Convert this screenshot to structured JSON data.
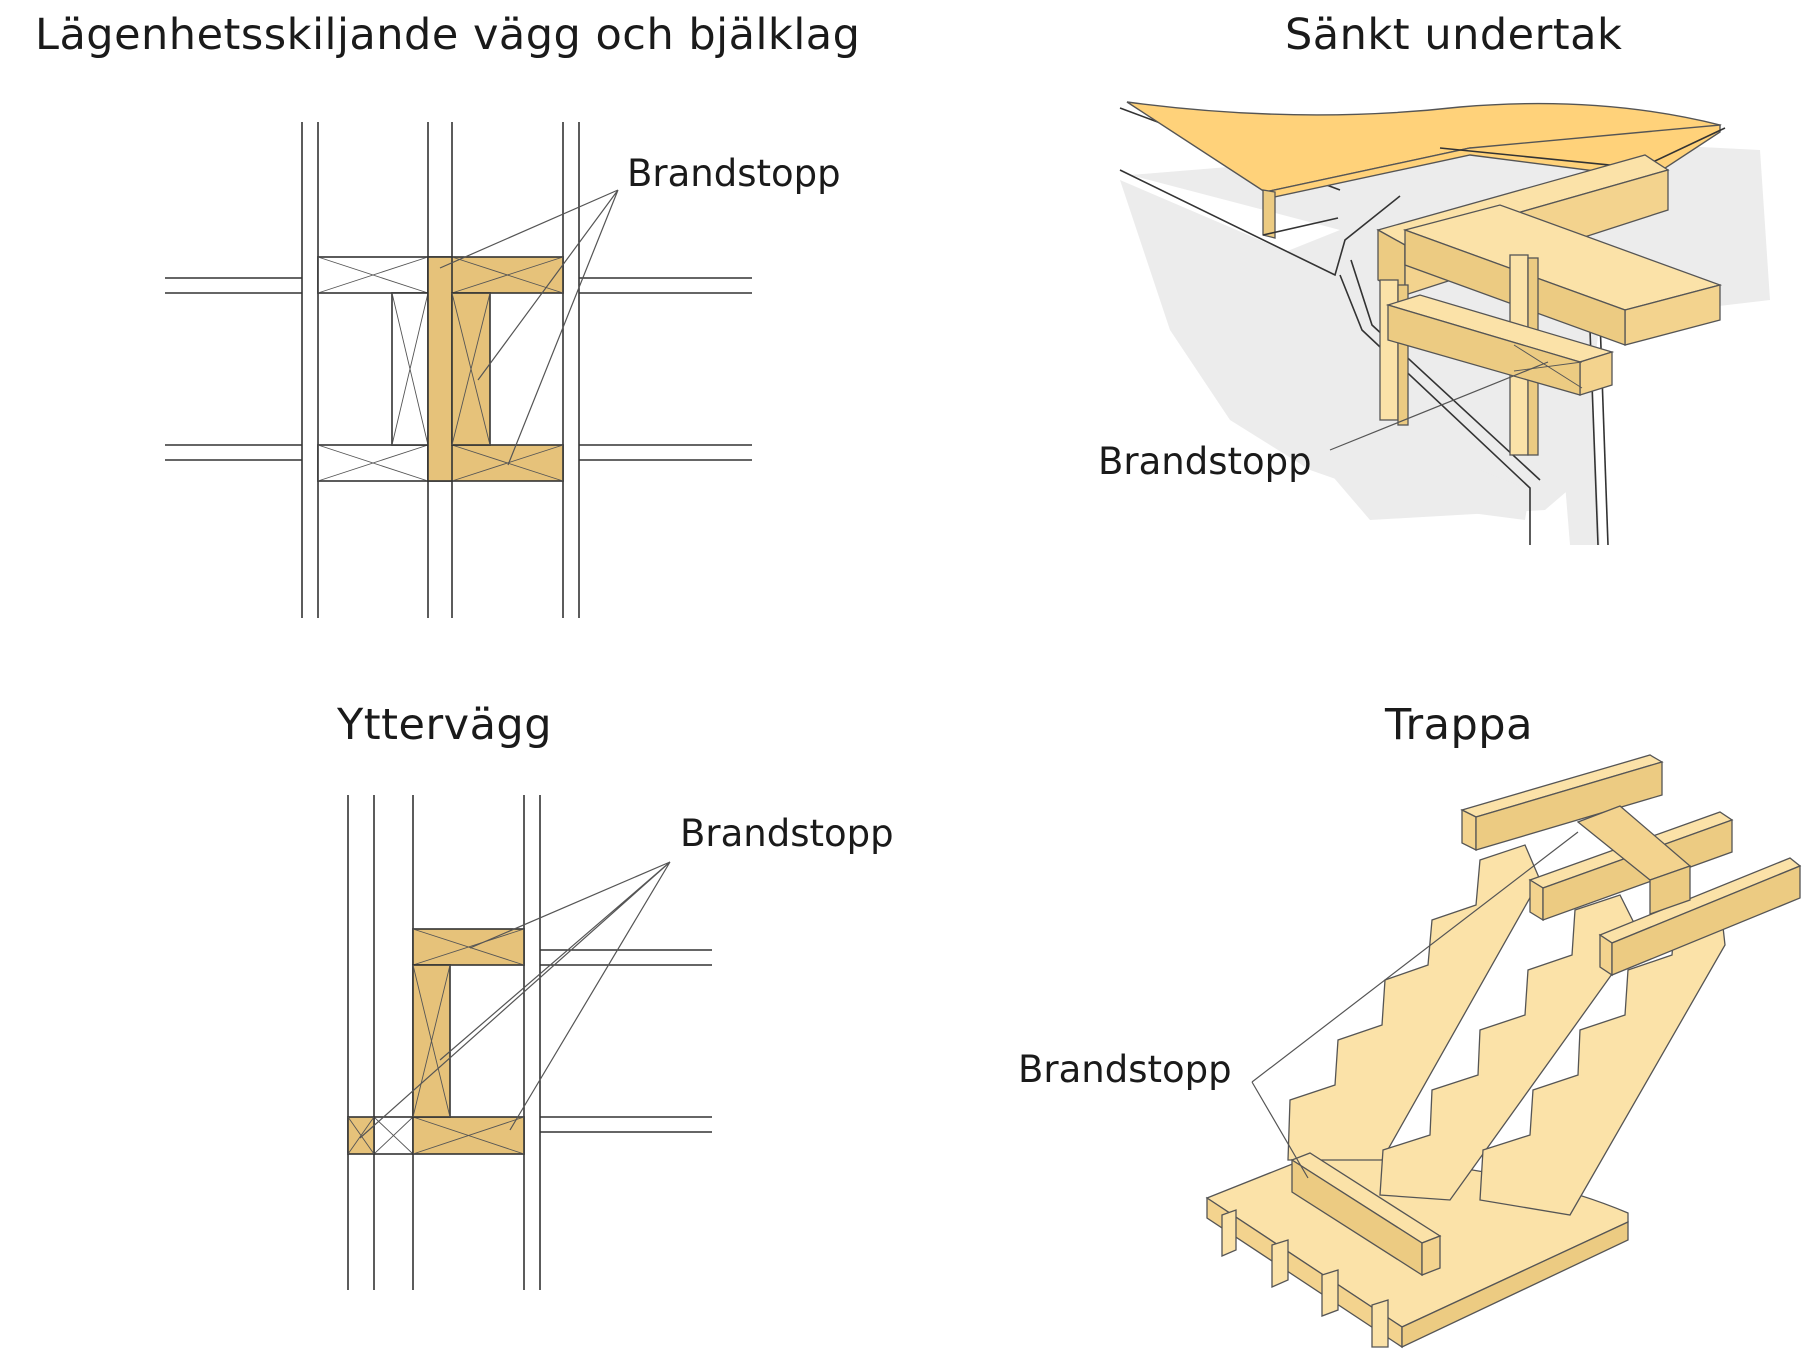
{
  "panels": [
    {
      "title": "Lägenhetsskiljande vägg och bjälklag",
      "callout": "Brandstopp"
    },
    {
      "title": "Sänkt undertak",
      "callout": "Brandstopp"
    },
    {
      "title": "Yttervägg",
      "callout": "Brandstopp"
    },
    {
      "title": "Trappa",
      "callout": "Brandstopp"
    }
  ],
  "colors": {
    "fire_stop": "#e6c27a",
    "timber": "#fbe2a8",
    "ceiling_board": "#ffd27a",
    "wall_board": "#ececec"
  }
}
